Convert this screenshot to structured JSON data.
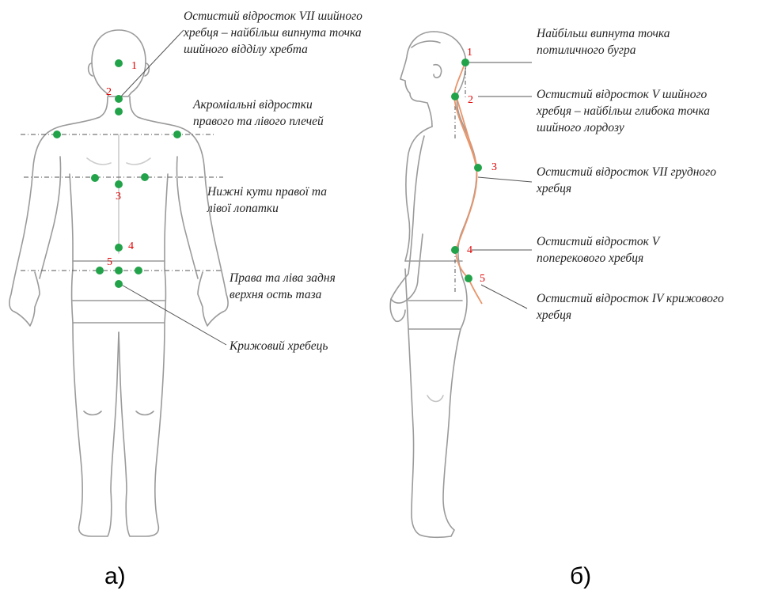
{
  "colors": {
    "marker": "#22a34a",
    "number": "#e00000",
    "outline": "#9a9a9a",
    "spine_curve": "#e8956a",
    "guide_line": "#555555"
  },
  "front_view": {
    "label": "а)",
    "annotations": [
      {
        "key": "c7",
        "text": "Остистий відросток VII шийного\nхребця – найбільш випнута точка\nшийного відділу хребта"
      },
      {
        "key": "acromion",
        "text": "Акроміальні відростки\nправого та лівого плечей"
      },
      {
        "key": "scapula",
        "text": "Нижні кути правої та\nлівої лопатки"
      },
      {
        "key": "pelvis",
        "text": "Права та ліва задня\nверхня ость таза"
      },
      {
        "key": "sacrum",
        "text": "Крижовий хребець"
      }
    ],
    "numbers": [
      "1",
      "2",
      "3",
      "4",
      "5"
    ]
  },
  "side_view": {
    "label": "б)",
    "annotations": [
      {
        "key": "occiput",
        "text": "Найбільш випнута точка\nпотиличного бугра"
      },
      {
        "key": "c5",
        "text": "Остистий відросток V шийного\nхребця – найбільш глибока точка\nшийного лордозу"
      },
      {
        "key": "t7",
        "text": "Остистий відросток VII грудного\nхребця"
      },
      {
        "key": "l5",
        "text": "Остистий відросток V\nпоперекового хребця"
      },
      {
        "key": "s4",
        "text": "Остистий відросток IV крижового\nхребця"
      }
    ],
    "numbers": [
      "1",
      "2",
      "3",
      "4",
      "5"
    ]
  }
}
